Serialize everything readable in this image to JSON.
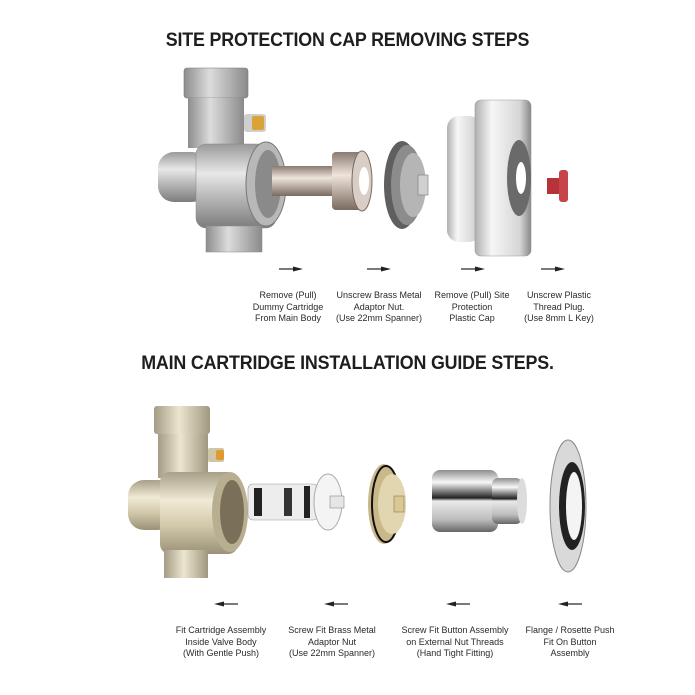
{
  "section1": {
    "title": "SITE PROTECTION CAP REMOVING STEPS",
    "arrow_direction": "right",
    "steps": [
      {
        "lines": [
          "Remove (Pull)",
          "Dummy Cartridge",
          "From Main Body"
        ]
      },
      {
        "lines": [
          "Unscrew Brass Metal",
          "Adaptor Nut.",
          "(Use 22mm Spanner)"
        ]
      },
      {
        "lines": [
          "Remove (Pull) Site",
          "Protection",
          "Plastic Cap"
        ]
      },
      {
        "lines": [
          "Unscrew Plastic",
          "Thread Plug.",
          "(Use 8mm L Key)"
        ]
      }
    ],
    "parts": [
      "chrome-valve-body-with-dummy-cartridge",
      "brass-adaptor-nut",
      "site-protection-plastic-cap",
      "red-thread-plug"
    ]
  },
  "section2": {
    "title": "MAIN CARTRIDGE INSTALLATION GUIDE STEPS.",
    "arrow_direction": "left",
    "steps": [
      {
        "lines": [
          "Fit Cartridge Assembly",
          "Inside Valve Body",
          "(With Gentle Push)"
        ]
      },
      {
        "lines": [
          "Screw Fit Brass Metal",
          "Adaptor Nut",
          "(Use 22mm Spanner)"
        ]
      },
      {
        "lines": [
          "Screw Fit Button Assembly",
          "on External Nut Threads",
          "(Hand Tight Fitting)"
        ]
      },
      {
        "lines": [
          "Flange / Rosette Push",
          "Fit On Button",
          "Assembly"
        ]
      }
    ],
    "parts": [
      "brass-valve-body",
      "cartridge-assembly",
      "brass-adaptor-nut",
      "chrome-button-assembly",
      "chrome-flange-rosette"
    ]
  },
  "colors": {
    "text": "#1e1e1e",
    "chrome": "#c8c8c8",
    "brass": "#d8cfb0",
    "red_plug": "#c0343b",
    "background": "#ffffff"
  }
}
